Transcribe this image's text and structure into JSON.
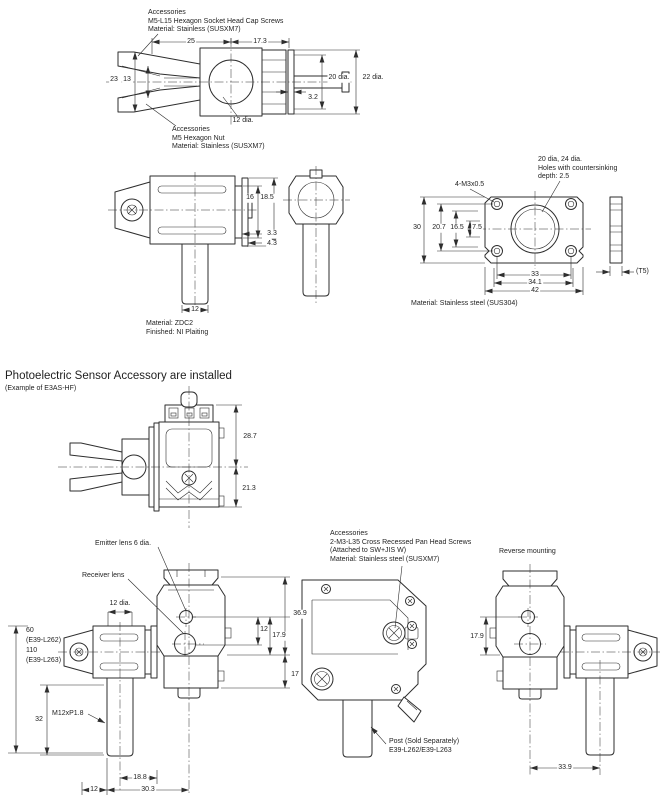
{
  "palette": {
    "bg": "#ffffff",
    "ink": "#2e2e2e"
  },
  "top_view": {
    "screw_note": [
      "Accessories",
      "M5-L15 Hexagon Socket Head Cap Screws",
      "Material: Stainless (SUSXM7)"
    ],
    "nut_note": [
      "Accessories",
      "M5 Hexagon Nut",
      "Material: Stainless (SUSXM7)"
    ],
    "dim_width_25": "25",
    "dim_width_17_3": "17.3",
    "dim_jaw_23": "23",
    "dim_jaw_13": "13",
    "dim_20dia": "20 dia.",
    "dim_22dia": "22 dia.",
    "dim_3_2": "3.2",
    "dim_12dia": "12 dia."
  },
  "side_view": {
    "dim_16": "16",
    "dim_18_5": "18.5",
    "dim_3_3": "3.3",
    "dim_4_3": "4.3",
    "dim_12": "12",
    "material": "Material: ZDC2",
    "finish": "Finished: NI Plaiting"
  },
  "plate": {
    "screw_label": "4-M3x0.5",
    "holes_note": [
      "20 dia, 24 dia.",
      "Holes with countersinking",
      "depth: 2.5"
    ],
    "dim_30": "30",
    "dim_20_7": "20.7",
    "dim_16_5": "16.5",
    "dim_7_5": "7.5",
    "dim_33": "33",
    "dim_34_1": "34.1",
    "dim_42": "42",
    "thickness": "(T5)",
    "material": "Material: Stainless steel (SUS304)"
  },
  "installed": {
    "heading": "Photoelectric Sensor Accessory are installed",
    "subheading": "(Example of E3AS-HF)",
    "dim_28_7": "28.7",
    "dim_21_3": "21.3"
  },
  "front_view": {
    "emitter_label": "Emitter lens 6 dia.",
    "receiver_label": "Receiver lens",
    "dim_12dia": "12 dia.",
    "post_len_60": "60",
    "model_60": "(E39-L262)",
    "post_len_110": "110",
    "model_110": "(E39-L263)",
    "dim_32": "32",
    "thread_label": "M12xP1.8",
    "dim_36_9": "36.9",
    "dim_12": "12",
    "dim_17_9": "17.9",
    "dim_17": "17",
    "dim_18_8": "18.8",
    "dim_12_offset": "12",
    "dim_30_3": "30.3"
  },
  "mounted_side": {
    "note": [
      "Accessories",
      "2-M3-L35 Cross Recessed Pan Head Screws",
      "(Attached to SW+JIS W)",
      "Material: Stainless steel (SUSXM7)"
    ],
    "post_note": [
      "Post (Sold Separately)",
      "E39-L262/E39-L263"
    ]
  },
  "reverse_view": {
    "heading": "Reverse mounting",
    "dim_17_9": "17.9",
    "dim_33_9": "33.9"
  }
}
